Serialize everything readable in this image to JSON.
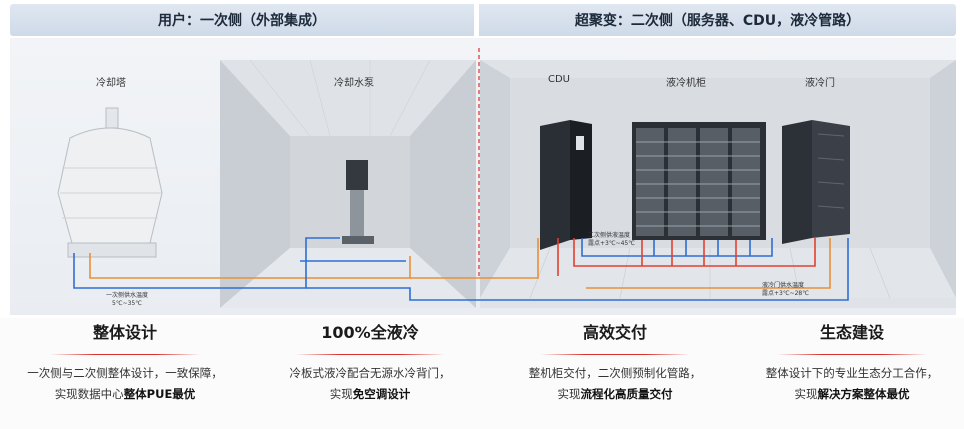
{
  "header": {
    "left": "用户：一次侧（外部集成）",
    "right": "超聚变：二次侧（服务器、CDU，液冷管路）"
  },
  "scene": {
    "cooling_tower": "冷却塔",
    "pump": "冷却水泵",
    "cdu": "CDU",
    "cabinet": "液冷机柜",
    "door": "液冷门",
    "primary_temp": [
      "一次侧供水温度",
      "5℃~35℃"
    ],
    "secondary_temp": [
      "二次侧供液温度",
      "露点+3℃~45℃"
    ],
    "door_temp": [
      "液冷门供水温度",
      "露点+3℃~28℃"
    ]
  },
  "pillars": [
    {
      "title": "整体设计",
      "line1": "一次侧与二次侧整体设计，一致保障，",
      "line2_plain": "实现数据中心",
      "line2_bold": "整体PUE最优"
    },
    {
      "title": "100%全液冷",
      "line1": "冷板式液冷配合无源水冷背门，",
      "line2_plain": "实现",
      "line2_bold": "免空调设计"
    },
    {
      "title": "高效交付",
      "line1": "整机柜交付，二次侧预制化管路，",
      "line2_plain": "实现",
      "line2_bold": "流程化高质量交付"
    },
    {
      "title": "生态建设",
      "line1": "整体设计下的专业生态分工合作，",
      "line2_plain": "实现",
      "line2_bold": "解决方案整体最优"
    }
  ],
  "colors": {
    "hot_pipe": "#e2402f",
    "cold_pipe": "#2e6fd3",
    "supply_pipe": "#e8903a",
    "accent": "#d9302c"
  }
}
